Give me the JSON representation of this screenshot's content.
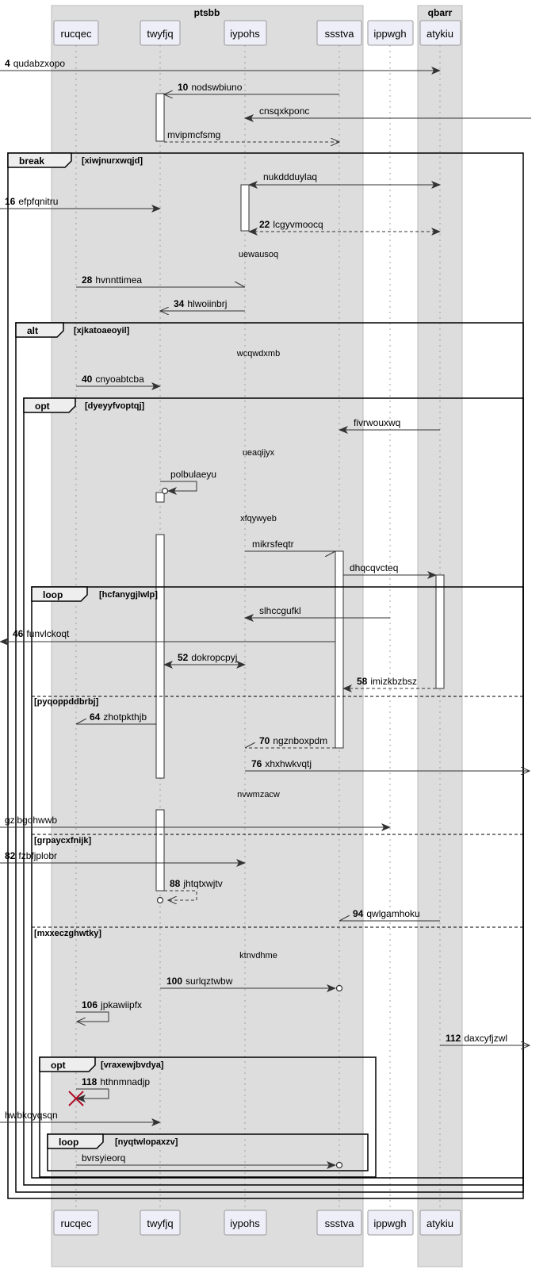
{
  "groups": [
    {
      "title": "ptsbb"
    },
    {
      "title": "qbarr"
    }
  ],
  "participants": [
    "rucqec",
    "twyfjq",
    "iypohs",
    "ssstva",
    "ippwgh",
    "atykiu"
  ],
  "messages": [
    {
      "num": "4",
      "text": "qudabzxopo"
    },
    {
      "num": "10",
      "text": "nodswbiuno"
    },
    {
      "num": "",
      "text": "cnsqxkponc"
    },
    {
      "num": "",
      "text": "mvipmcfsmg"
    },
    {
      "num": "",
      "text": "nukddduylaq"
    },
    {
      "num": "16",
      "text": "efpfqnitru"
    },
    {
      "num": "22",
      "text": "lcgyvmoocq"
    },
    {
      "num": "28",
      "text": "hvnnttimea"
    },
    {
      "num": "34",
      "text": "hlwoiinbrj"
    },
    {
      "num": "40",
      "text": "cnyoabtcba"
    },
    {
      "num": "",
      "text": "fivrwouxwq"
    },
    {
      "num": "",
      "text": "polbulaeyu"
    },
    {
      "num": "",
      "text": "mikrsfeqtr"
    },
    {
      "num": "",
      "text": "dhqcqvcteq"
    },
    {
      "num": "",
      "text": "slhccgufkl"
    },
    {
      "num": "46",
      "text": "funvlckoqt"
    },
    {
      "num": "52",
      "text": "dokropcpyj"
    },
    {
      "num": "58",
      "text": "imizkbzbsz"
    },
    {
      "num": "64",
      "text": "zhotpkthjb"
    },
    {
      "num": "70",
      "text": "ngznboxpdm"
    },
    {
      "num": "76",
      "text": "xhxhwkvqtj"
    },
    {
      "num": "",
      "text": "gzlbgohwwb"
    },
    {
      "num": "82",
      "text": "fzbfjplobr"
    },
    {
      "num": "88",
      "text": "jhtqtxwjtv"
    },
    {
      "num": "94",
      "text": "qwlgamhoku"
    },
    {
      "num": "100",
      "text": "surlqztwbw"
    },
    {
      "num": "106",
      "text": "jpkawiipfx"
    },
    {
      "num": "112",
      "text": "daxcyfjzwl"
    },
    {
      "num": "118",
      "text": "hthnmnadjp"
    },
    {
      "num": "",
      "text": "hwbkoyqsqn"
    },
    {
      "num": "",
      "text": "bvrsyieorq"
    }
  ],
  "dividers": [
    "uewausoq",
    "wcqwdxmb",
    "ueaqijyx",
    "xfqywyeb",
    "nvwmzacw",
    "ktnvdhme"
  ],
  "frames": [
    {
      "keyword": "break",
      "guard": "[xiwjnurxwqjd]"
    },
    {
      "keyword": "alt",
      "guard": "[xjkatoaeoyil]"
    },
    {
      "keyword": "opt",
      "guard": "[dyeyyfvoptqj]"
    },
    {
      "keyword": "loop",
      "guard": "[hcfanygjlwlp]"
    },
    {
      "keyword": "opt",
      "guard": "[vraxewjbvdya]"
    },
    {
      "keyword": "loop",
      "guard": "[nyqtwlopaxzv]"
    }
  ],
  "separators": [
    "[pyqoppddbrbj]",
    "[grpaycxfnijk]",
    "[mxxeczghwtky]"
  ]
}
